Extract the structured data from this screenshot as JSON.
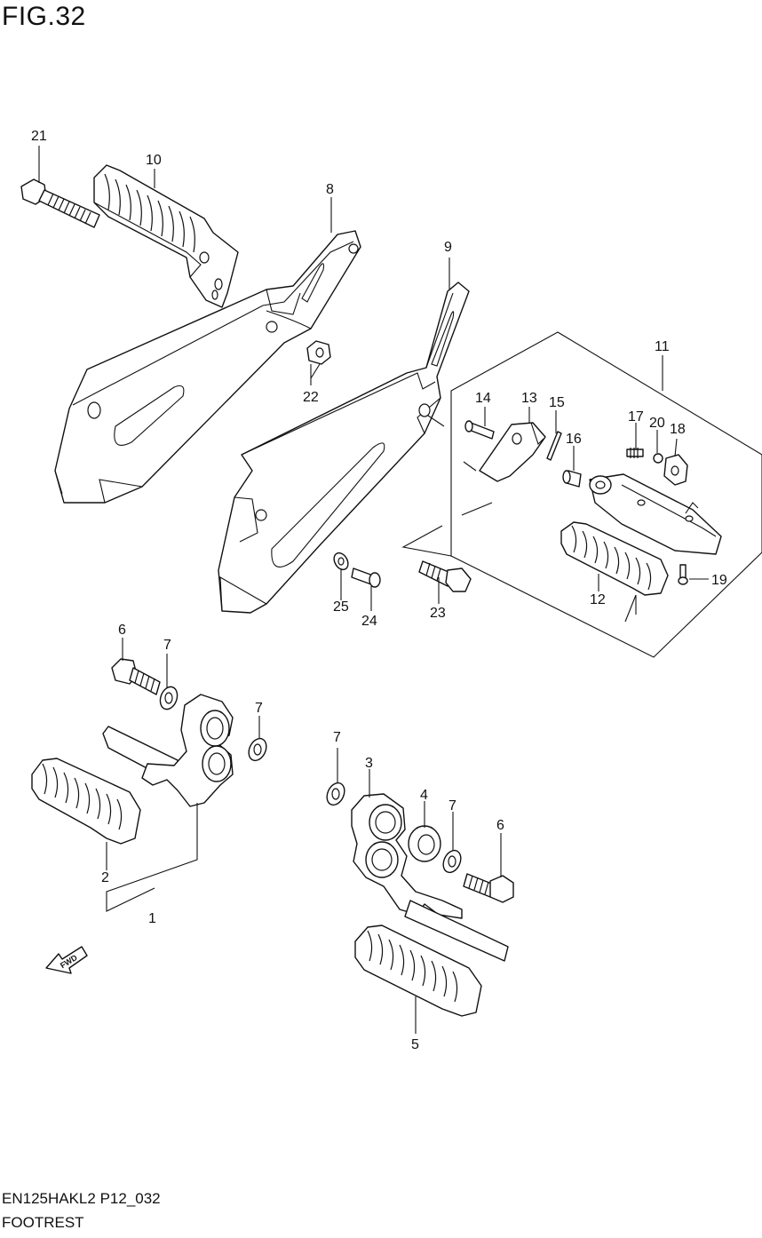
{
  "figure": {
    "title": "FIG.32"
  },
  "footer": {
    "model_code": "EN125HAKL2 P12_032",
    "section_name": "FOOTREST"
  },
  "fwd_badge": {
    "label": "FWD"
  },
  "callouts": [
    {
      "id": "c1",
      "label": "1"
    },
    {
      "id": "c2",
      "label": "2"
    },
    {
      "id": "c3",
      "label": "3"
    },
    {
      "id": "c4",
      "label": "4"
    },
    {
      "id": "c5",
      "label": "5"
    },
    {
      "id": "c6a",
      "label": "6"
    },
    {
      "id": "c6b",
      "label": "6"
    },
    {
      "id": "c7a",
      "label": "7"
    },
    {
      "id": "c7b",
      "label": "7"
    },
    {
      "id": "c7c",
      "label": "7"
    },
    {
      "id": "c7d",
      "label": "7"
    },
    {
      "id": "c8",
      "label": "8"
    },
    {
      "id": "c9",
      "label": "9"
    },
    {
      "id": "c10",
      "label": "10"
    },
    {
      "id": "c11",
      "label": "11"
    },
    {
      "id": "c12",
      "label": "12"
    },
    {
      "id": "c13",
      "label": "13"
    },
    {
      "id": "c14",
      "label": "14"
    },
    {
      "id": "c15",
      "label": "15"
    },
    {
      "id": "c16",
      "label": "16"
    },
    {
      "id": "c17",
      "label": "17"
    },
    {
      "id": "c18",
      "label": "18"
    },
    {
      "id": "c19",
      "label": "19"
    },
    {
      "id": "c20",
      "label": "20"
    },
    {
      "id": "c21",
      "label": "21"
    },
    {
      "id": "c22",
      "label": "22"
    },
    {
      "id": "c23",
      "label": "23"
    },
    {
      "id": "c24",
      "label": "24"
    },
    {
      "id": "c25",
      "label": "25"
    }
  ]
}
